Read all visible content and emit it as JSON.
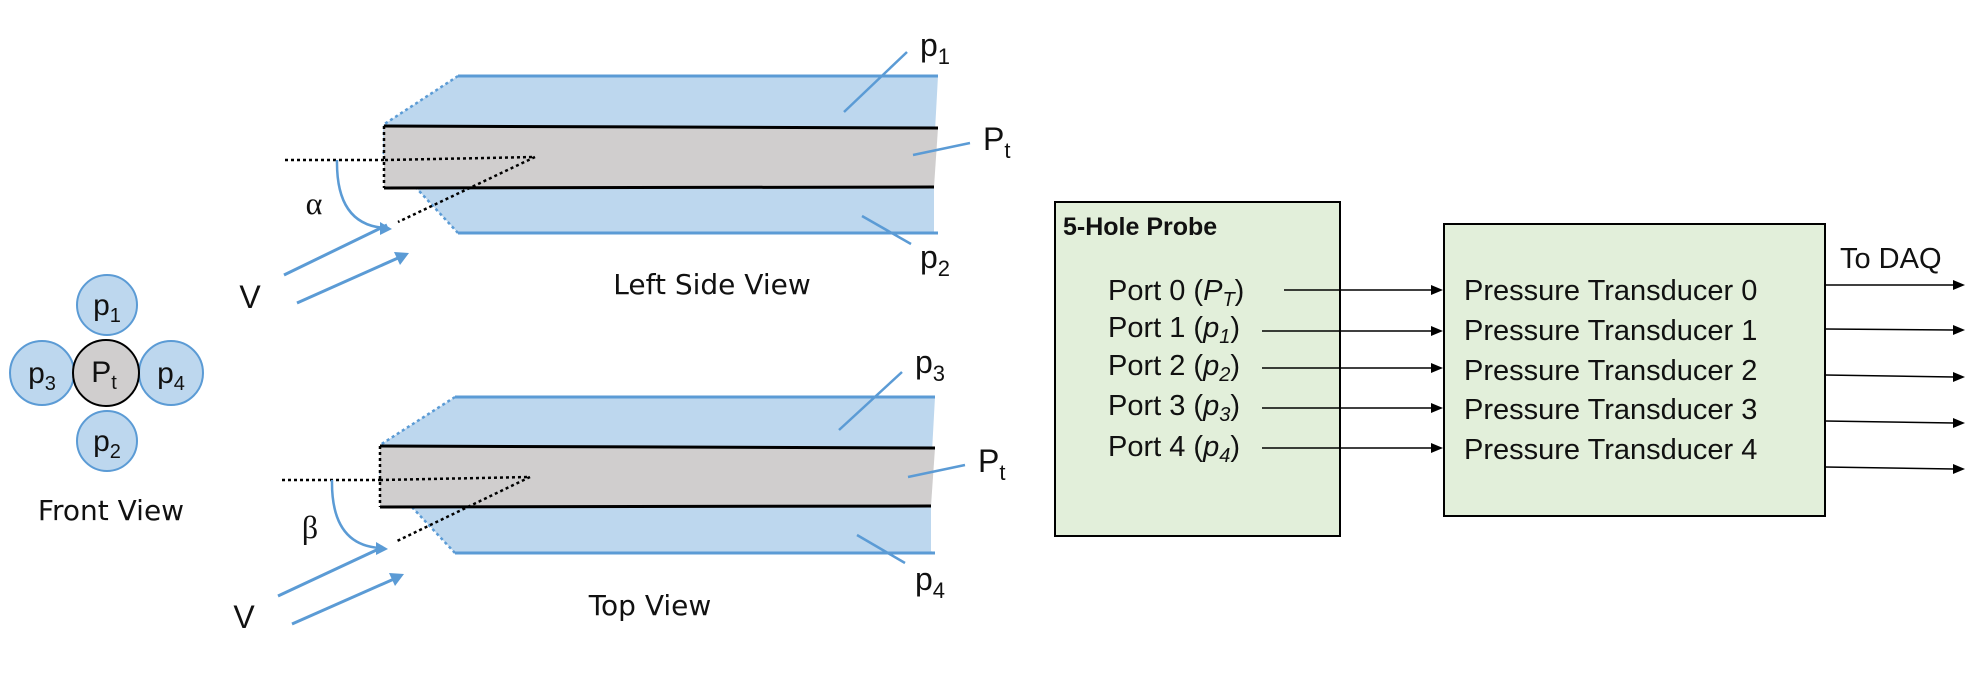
{
  "front_view": {
    "caption": "Front View",
    "holes": {
      "top": {
        "base": "p",
        "sub": "1"
      },
      "bottom": {
        "base": "p",
        "sub": "2"
      },
      "left": {
        "base": "p",
        "sub": "3"
      },
      "right": {
        "base": "p",
        "sub": "4"
      },
      "center": {
        "base": "P",
        "sub": "t"
      }
    }
  },
  "side_view": {
    "caption": "Left Side View",
    "angle": "α",
    "velocity": "V",
    "labels": {
      "upper": {
        "base": "p",
        "sub": "1"
      },
      "middle": {
        "base": "P",
        "sub": "t"
      },
      "lower": {
        "base": "p",
        "sub": "2"
      }
    }
  },
  "top_view": {
    "caption": "Top View",
    "angle": "β",
    "velocity": "V",
    "labels": {
      "upper": {
        "base": "p",
        "sub": "3"
      },
      "middle": {
        "base": "P",
        "sub": "t"
      },
      "lower": {
        "base": "p",
        "sub": "4"
      }
    }
  },
  "probe_box": {
    "title": "5-Hole Probe",
    "ports": [
      {
        "prefix": "Port 0 (",
        "base": "P",
        "sub": "T",
        "suffix": ")"
      },
      {
        "prefix": "Port 1 (",
        "base": "p",
        "sub": "1",
        "suffix": ")"
      },
      {
        "prefix": "Port 2 (",
        "base": "p",
        "sub": "2",
        "suffix": ")"
      },
      {
        "prefix": "Port 3 (",
        "base": "p",
        "sub": "3",
        "suffix": ")"
      },
      {
        "prefix": "Port 4 (",
        "base": "p",
        "sub": "4",
        "suffix": ")"
      }
    ]
  },
  "transducer_box": {
    "items": [
      "Pressure Transducer 0",
      "Pressure Transducer 1",
      "Pressure Transducer 2",
      "Pressure Transducer 3",
      "Pressure Transducer 4"
    ]
  },
  "output_label": "To DAQ",
  "colors": {
    "probe_blue": "#bdd7ee",
    "probe_blue_stroke": "#5b9bd5",
    "core_gray": "#d0cece",
    "box_green": "#e2efda",
    "line": "#000000"
  }
}
